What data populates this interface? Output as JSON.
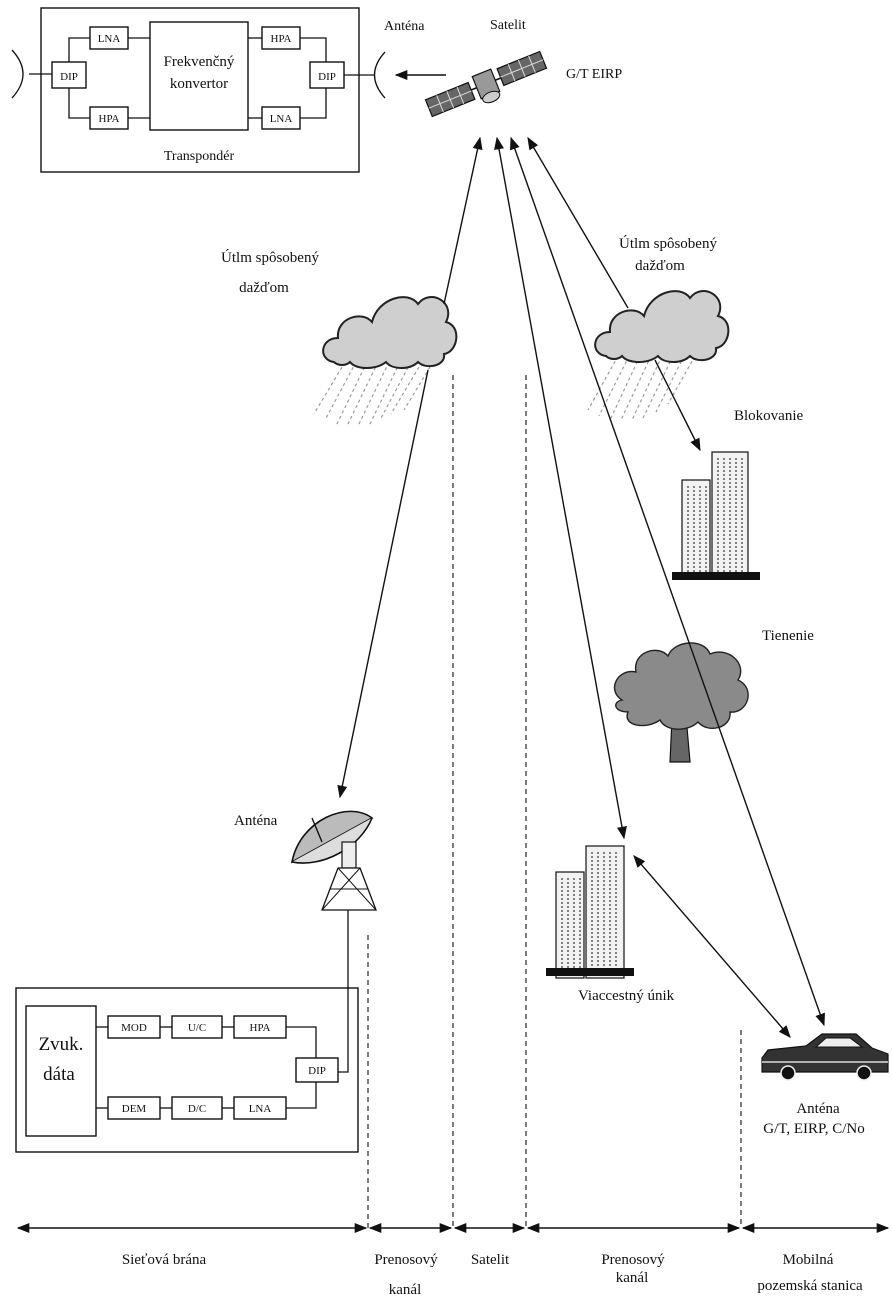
{
  "transponder": {
    "blocks": {
      "lna_top": "LNA",
      "hpa_bottom": "HPA",
      "converter_line1": "Frekvenčný",
      "converter_line2": "konvertor",
      "hpa_top": "HPA",
      "lna_bottom": "LNA",
      "dip_left": "DIP",
      "dip_right": "DIP"
    },
    "caption": "Transpondér"
  },
  "satellite": {
    "antenna_label": "Anténa",
    "label": "Satelit",
    "params": "G/T EIRP"
  },
  "rain_left": {
    "line1": "Útlm spôsobený",
    "line2": "dažďom"
  },
  "rain_right": {
    "line1": "Útlm spôsobený",
    "line2": "dažďom"
  },
  "blocking": "Blokovanie",
  "shadowing": "Tienenie",
  "ground_antenna": "Anténa",
  "multipath": "Viaccestný únik",
  "mobile": {
    "line1": "Anténa",
    "line2": "G/T, EIRP, C/No"
  },
  "gateway": {
    "source_line1": "Zvuk.",
    "source_line2": "dáta",
    "mod": "MOD",
    "uc": "U/C",
    "hpa": "HPA",
    "dem": "DEM",
    "dc": "D/C",
    "lna": "LNA",
    "dip": "DIP"
  },
  "segments": {
    "gateway": "Sieťová brána",
    "channel_left_1": "Prenosový",
    "channel_left_2": "kanál",
    "satellite": "Satelit",
    "channel_right_1": "Prenosový",
    "channel_right_2": "kanál",
    "mobile_1": "Mobilná",
    "mobile_2": "pozemská stanica"
  }
}
